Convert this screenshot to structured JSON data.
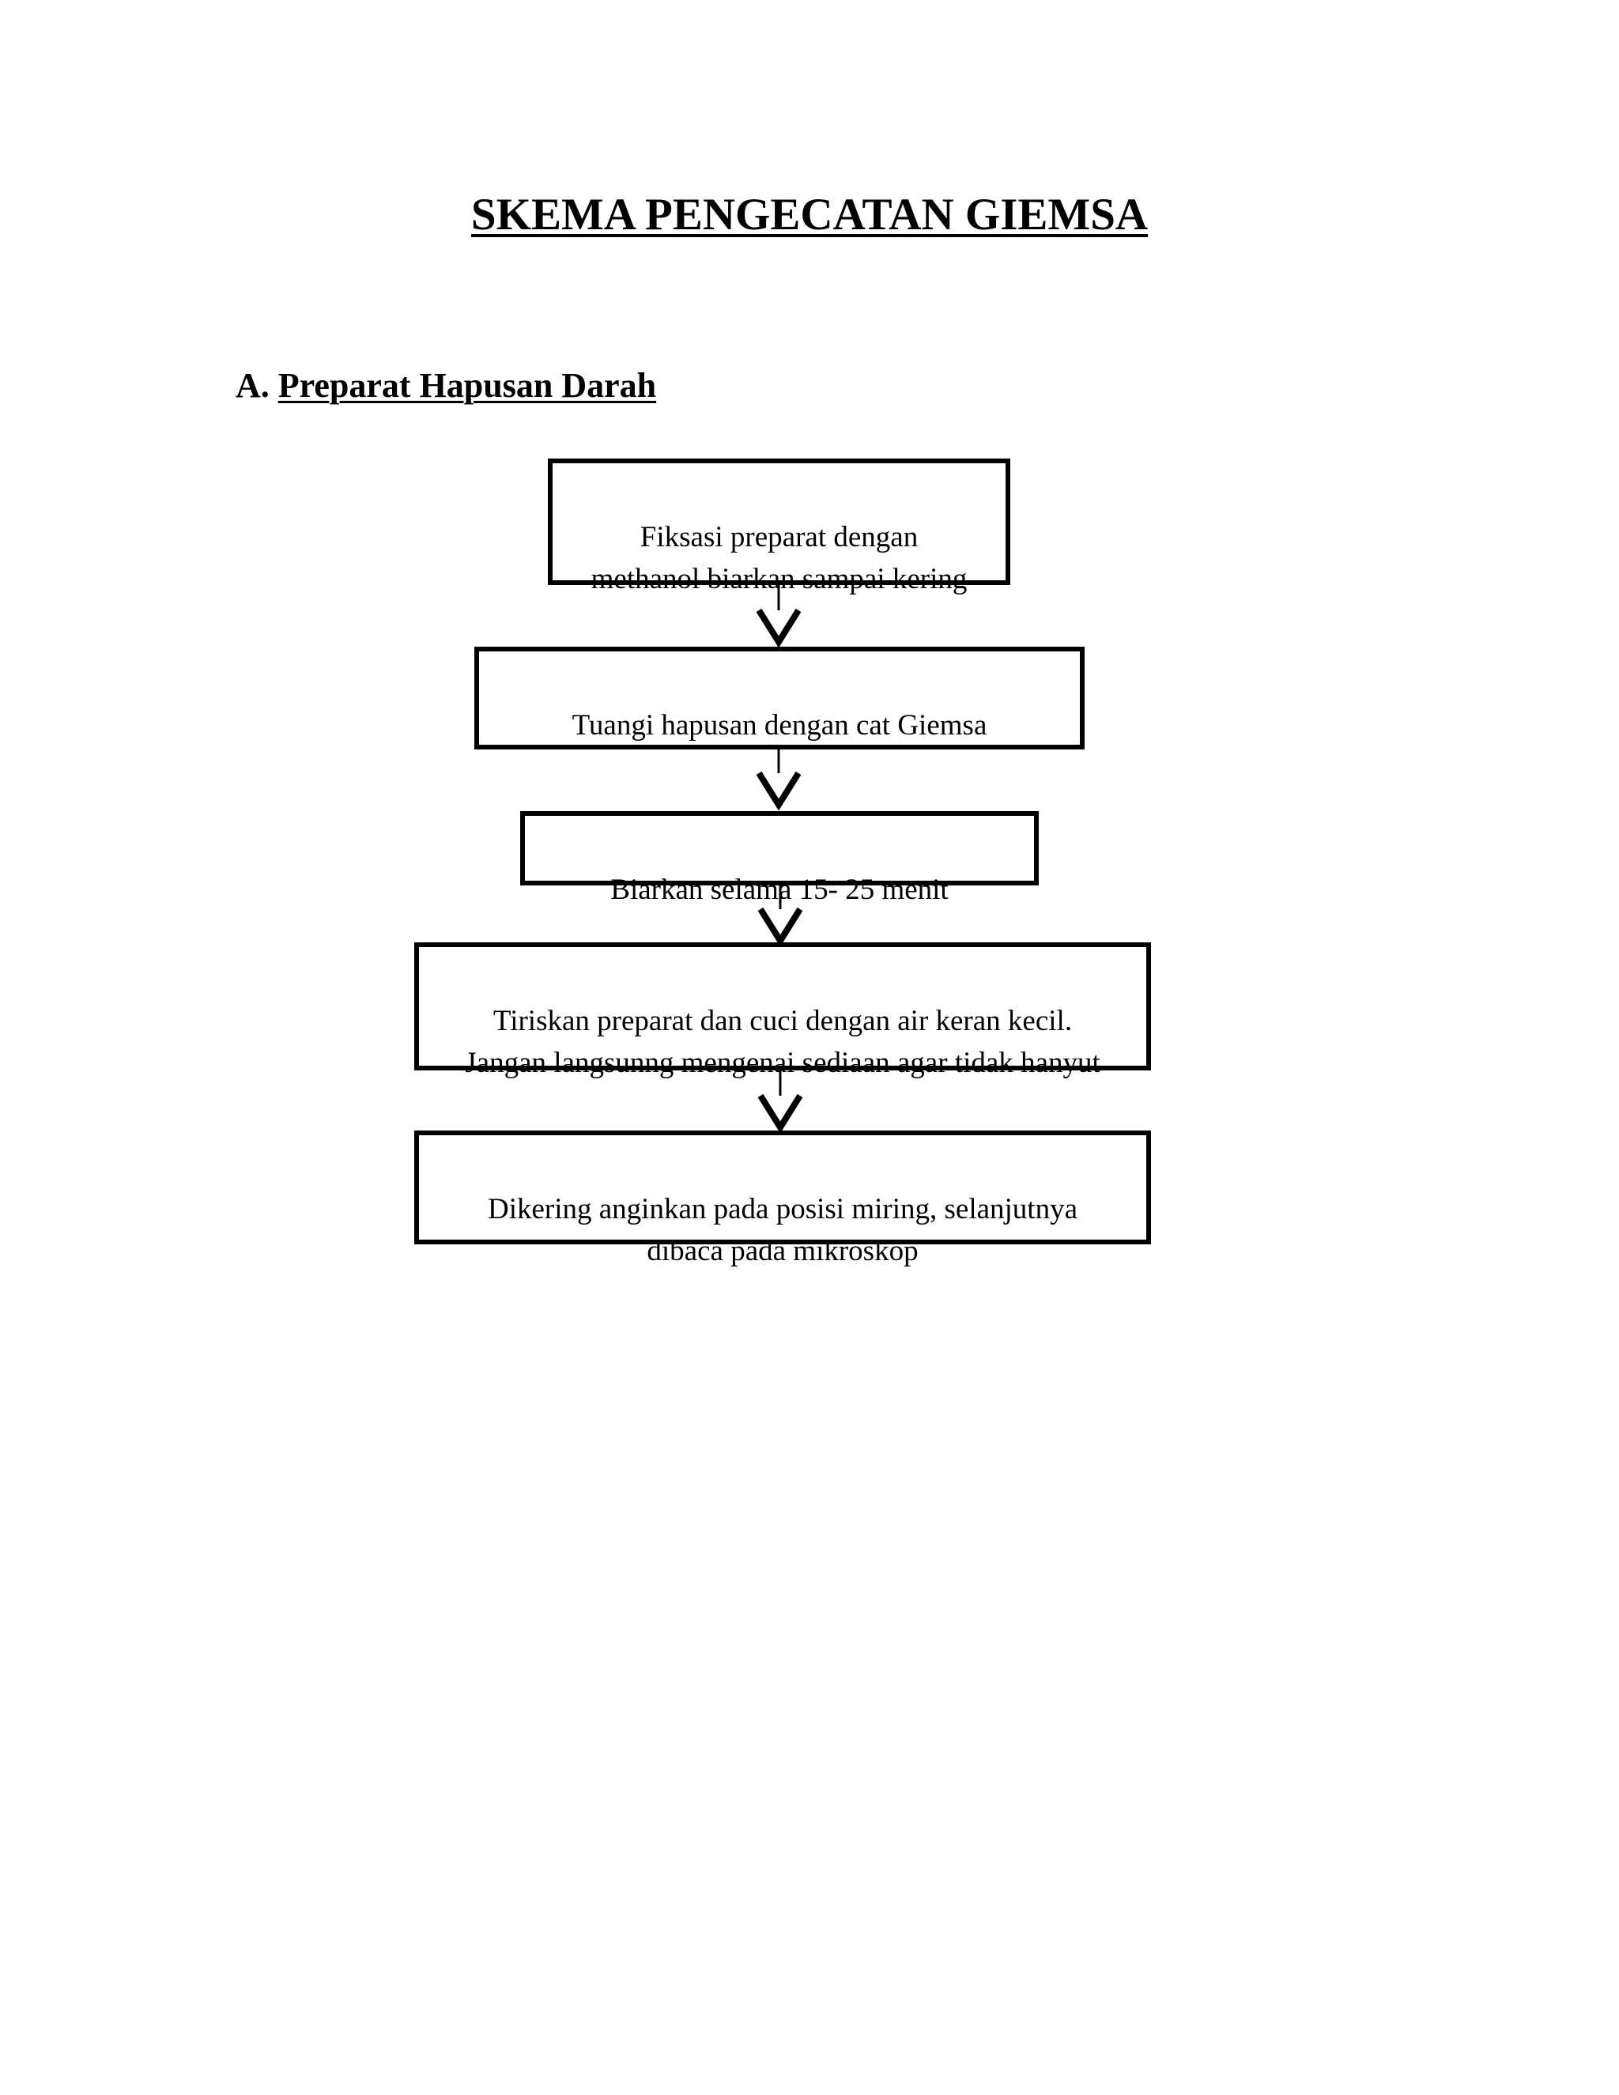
{
  "document": {
    "title": "SKEMA PENGECATAN GIEMSA",
    "section": {
      "marker": "A.",
      "title": "Preparat Hapusan Darah"
    }
  },
  "flowchart": {
    "steps": [
      {
        "id": "fiksasi",
        "text": "Fiksasi preparat dengan\nmethanol biarkan sampai kering"
      },
      {
        "id": "tuangi",
        "text": "Tuangi hapusan dengan cat Giemsa"
      },
      {
        "id": "biarkan",
        "text": "Biarkan selama 15- 25 menit"
      },
      {
        "id": "tiriskan",
        "text": "Tiriskan preparat dan cuci dengan air keran kecil.\nJangan langsunng mengenai sediaan agar tidak hanyut"
      },
      {
        "id": "dikering",
        "text": "Dikering anginkan pada posisi miring, selanjutnya\ndibaca pada mikroskop"
      }
    ],
    "edges": [
      {
        "from": "fiksasi",
        "to": "tuangi"
      },
      {
        "from": "tuangi",
        "to": "biarkan"
      },
      {
        "from": "biarkan",
        "to": "tiriskan"
      },
      {
        "from": "tiriskan",
        "to": "dikering"
      }
    ],
    "colors": {
      "stroke": "#000000",
      "fill": "#ffffff"
    }
  }
}
